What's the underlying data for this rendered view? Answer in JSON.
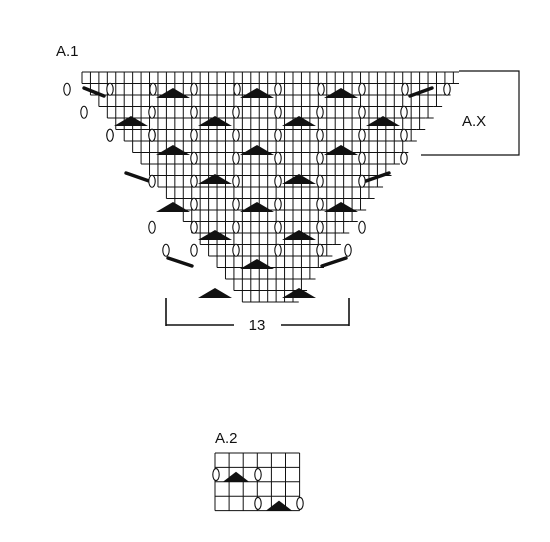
{
  "chart_a1": {
    "label": "A.1"
  },
  "repeat_box": {
    "label": "A.X"
  },
  "width_marker": {
    "label": "13"
  },
  "chart_a2": {
    "label": "A.2"
  },
  "symbols": {
    "yarn_over": "oval-yarn-over-icon",
    "decrease": "triangle-decrease-icon",
    "slanted_decrease": "slanted-line-icon"
  },
  "colors": {
    "ink": "#111111",
    "paper": "#ffffff"
  }
}
